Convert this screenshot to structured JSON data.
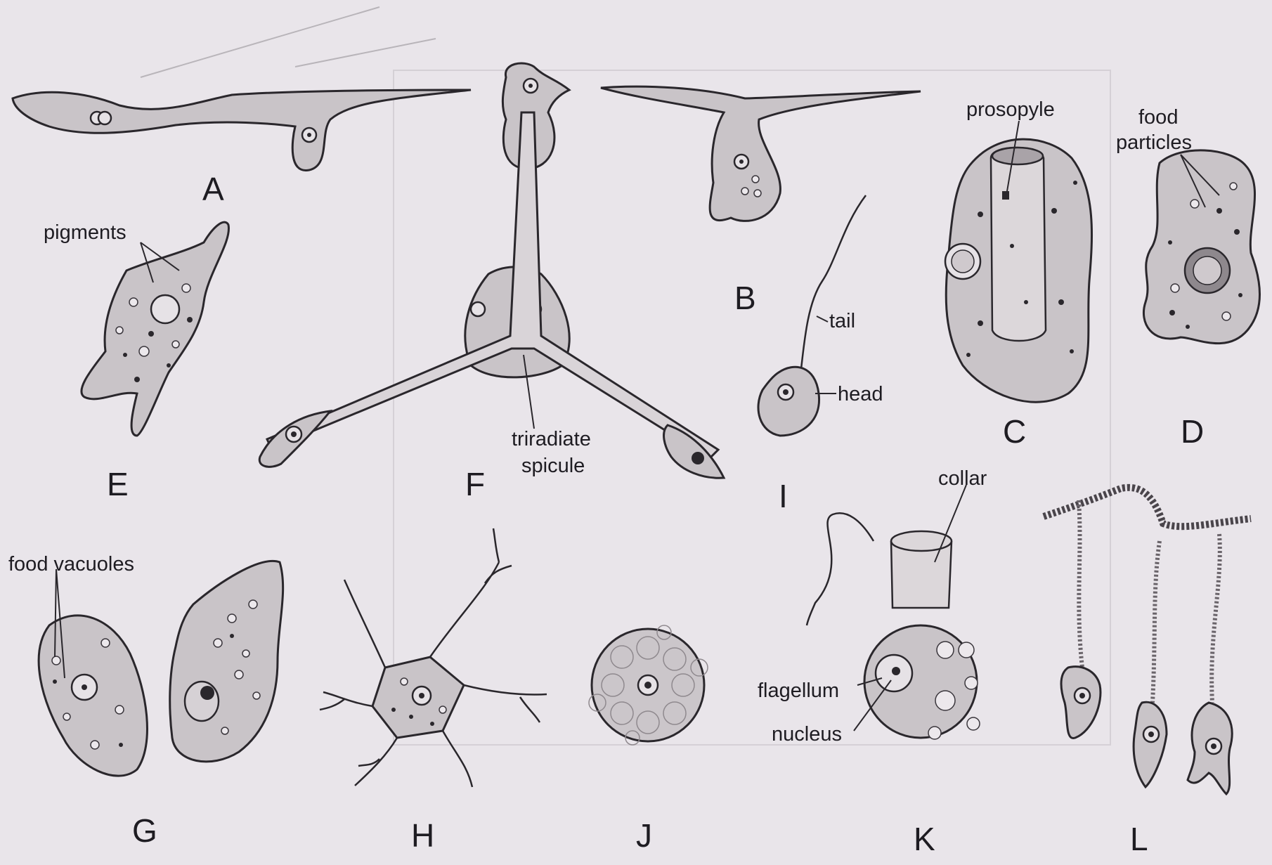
{
  "figure_letters": {
    "A": "A",
    "B": "B",
    "C": "C",
    "D": "D",
    "E": "E",
    "F": "F",
    "G": "G",
    "H": "H",
    "I": "I",
    "J": "J",
    "K": "K",
    "L": "L"
  },
  "labels": {
    "prosopyle": "prosopyle",
    "food_particles_1": "food",
    "food_particles_2": "particles",
    "pigments": "pigments",
    "tail": "tail",
    "head": "head",
    "triradiate_1": "triradiate",
    "triradiate_2": "spicule",
    "collar": "collar",
    "food_vacuoles": "food vacuoles",
    "flagellum": "flagellum",
    "nucleus": "nucleus"
  },
  "colors": {
    "paper": "#e9e5ea",
    "cell_fill": "#c9c4c8",
    "ink": "#2a272c"
  }
}
